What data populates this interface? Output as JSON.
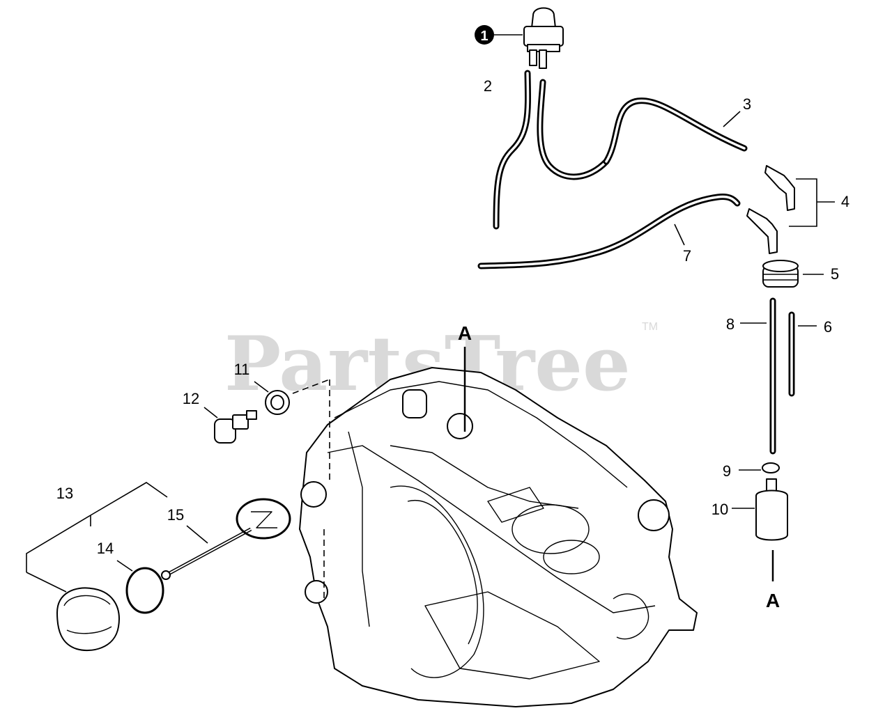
{
  "watermark": {
    "brand": "PartsTree",
    "trademark": "TM"
  },
  "reference_letters": {
    "top": "A",
    "bottom": "A"
  },
  "callouts": {
    "c1": "1",
    "c2": "2",
    "c3": "3",
    "c4": "4",
    "c5": "5",
    "c6": "6",
    "c7": "7",
    "c8": "8",
    "c9": "9",
    "c10": "10",
    "c11": "11",
    "c12": "12",
    "c13": "13",
    "c14": "14",
    "c15": "15"
  },
  "colors": {
    "line": "#000000",
    "watermark": "#d9d9d9",
    "background": "#ffffff"
  }
}
